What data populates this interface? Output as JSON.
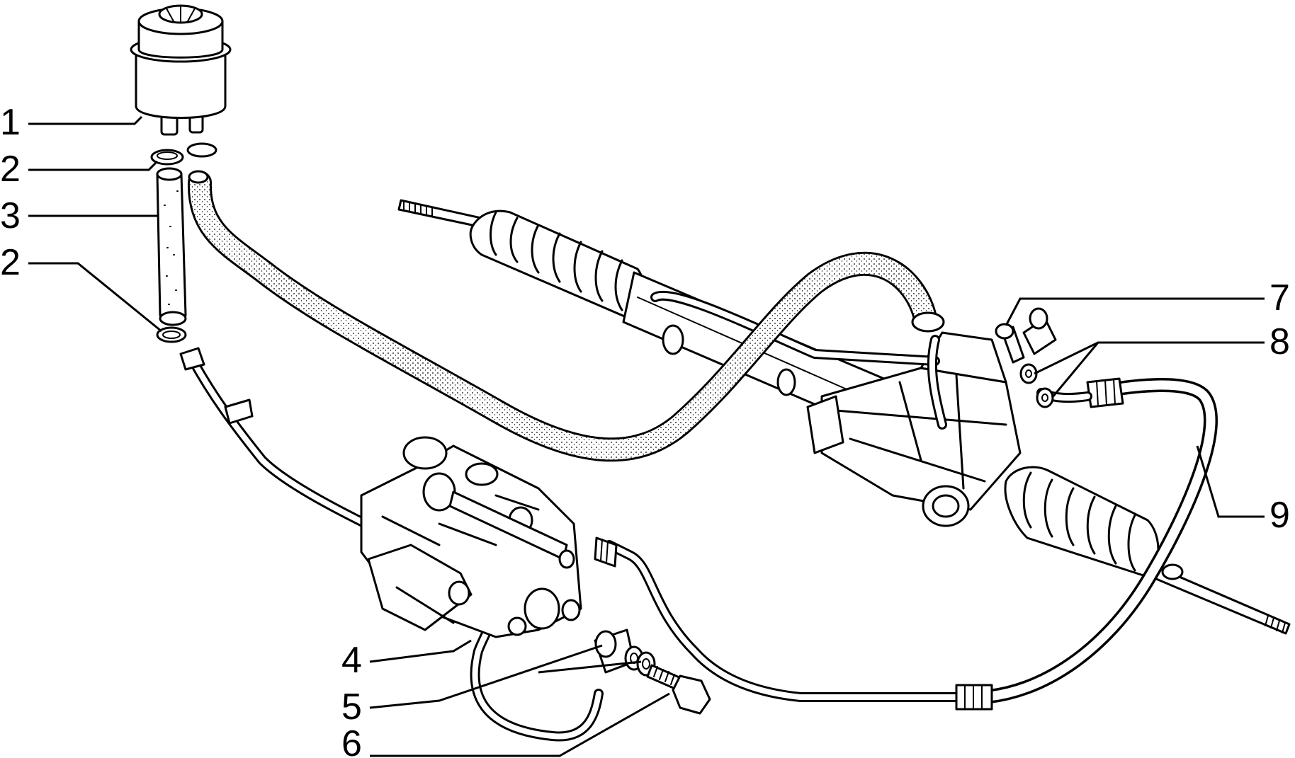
{
  "callouts": [
    {
      "id": "1",
      "label": "1"
    },
    {
      "id": "2a",
      "label": "2"
    },
    {
      "id": "3",
      "label": "3"
    },
    {
      "id": "2b",
      "label": "2"
    },
    {
      "id": "4",
      "label": "4"
    },
    {
      "id": "5",
      "label": "5"
    },
    {
      "id": "6",
      "label": "6"
    },
    {
      "id": "7",
      "label": "7"
    },
    {
      "id": "8",
      "label": "8"
    },
    {
      "id": "9",
      "label": "9"
    }
  ]
}
